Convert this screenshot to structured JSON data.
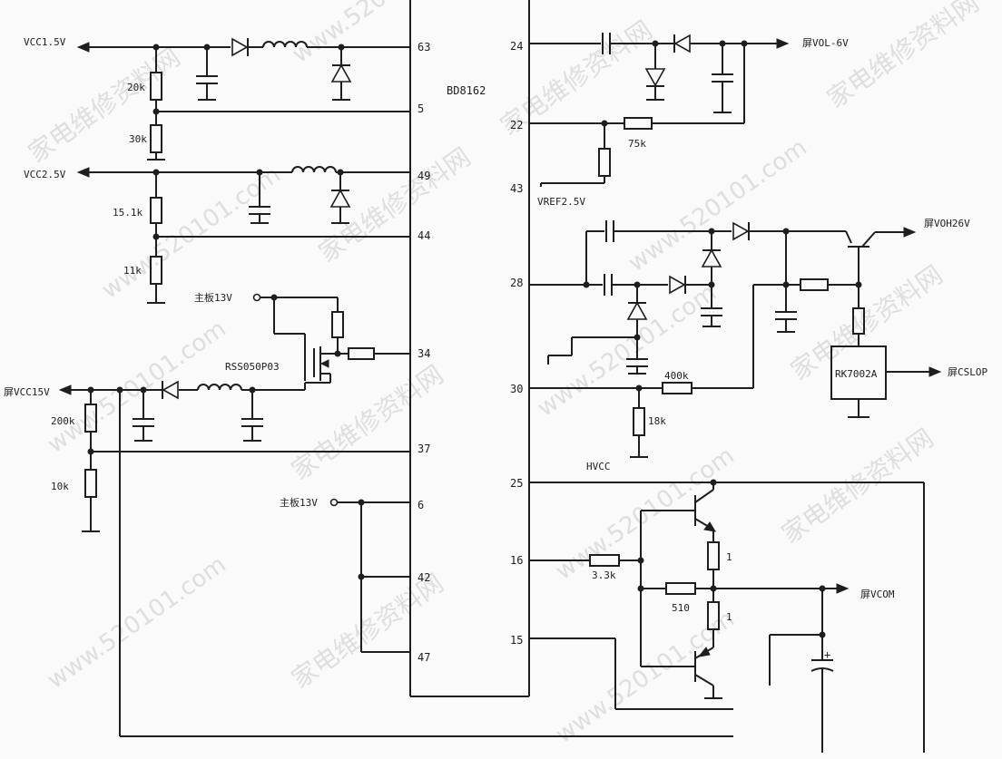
{
  "chip": {
    "name": "BD8162"
  },
  "left_pins": [
    "63",
    "5",
    "49",
    "44",
    "34",
    "37",
    "6",
    "42",
    "47"
  ],
  "right_pins": [
    "24",
    "22",
    "43",
    "28",
    "30",
    "25",
    "16",
    "15"
  ],
  "rails": {
    "vcc1": "VCC1.5V",
    "vcc2": "VCC2.5V",
    "vcc15": "屏VCC15V",
    "vol": "屏VOL-6V",
    "voh": "屏VOH26V",
    "vcom": "屏VCOM",
    "cslop": "屏CSLOP",
    "vref": "VREF2.5V",
    "hvcc": "HVCC",
    "main13a": "主板13V",
    "main13b": "主板13V"
  },
  "resistors": {
    "r20k": "20k",
    "r30k": "30k",
    "r15k": "15.1k",
    "r11k": "11k",
    "r200k": "200k",
    "r10k": "10k",
    "r75k": "75k",
    "r400k": "400k",
    "r18k": "18k",
    "r33k": "3.3k",
    "r510": "510",
    "r1a": "1",
    "r1b": "1"
  },
  "parts": {
    "mosfet": "RSS050P03",
    "ic2": "RK7002A",
    "plus": "+"
  },
  "watermark": {
    "cn": "家电维修资料网",
    "url": "www.520101.com"
  }
}
